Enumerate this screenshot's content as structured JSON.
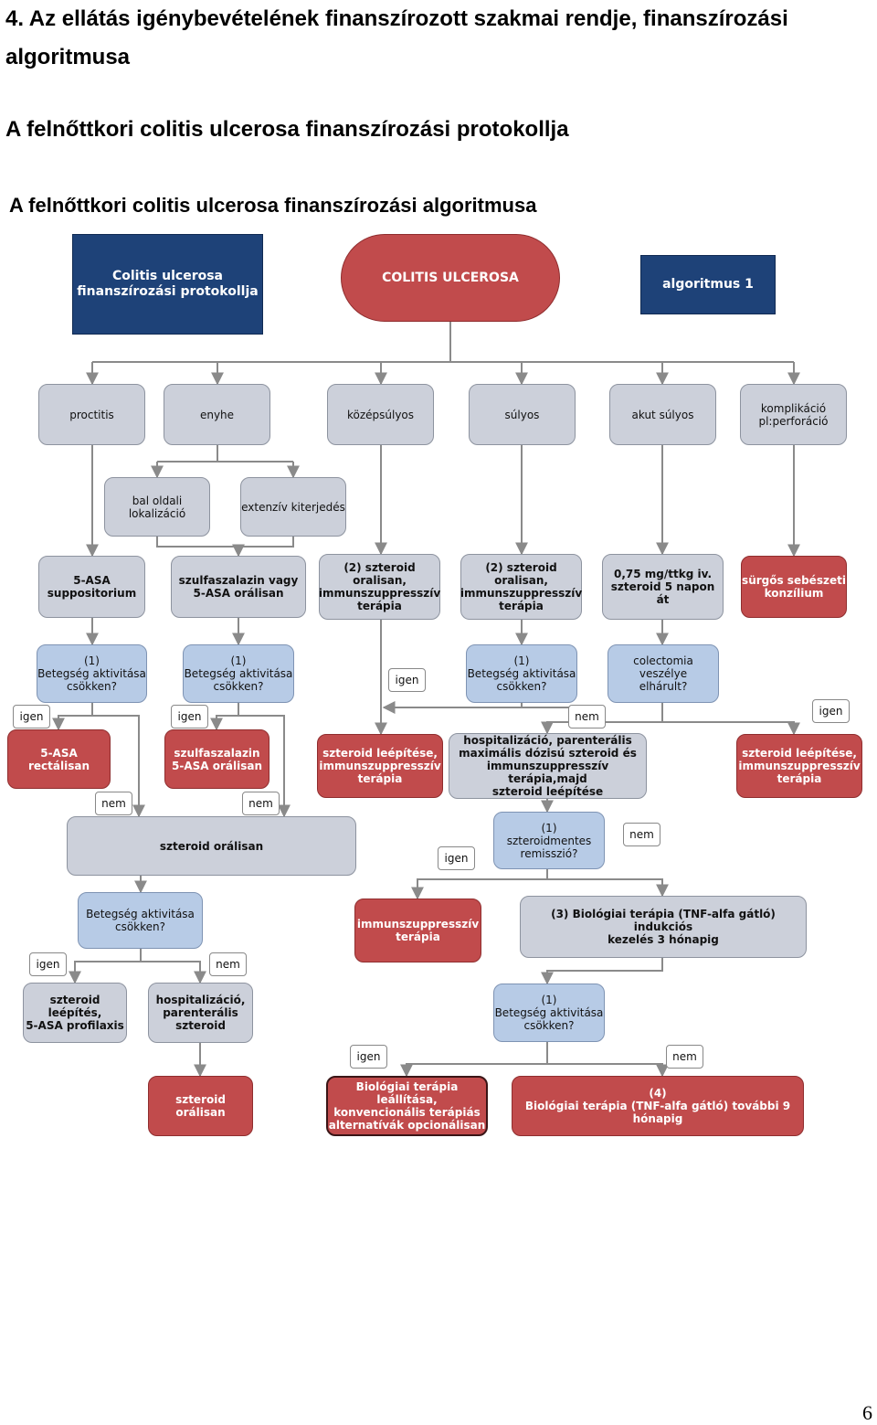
{
  "headings": {
    "section": "4. Az ellátás igénybevételének  finanszírozott szakmai rendje, finanszírozási algoritmusa",
    "protocol": "A  felnőttkori colitis ulcerosa  finanszírozási protokollja",
    "algorithm": "A felnőttkori colitis ulcerosa finanszírozási algoritmusa"
  },
  "header_boxes": {
    "protocol_title": "Colitis ulcerosa\nfinanszírozási protokollja",
    "main": "COLITIS ULCEROSA",
    "algorithm_label": "algoritmus 1"
  },
  "severity": {
    "proctitis": "proctitis",
    "enyhe": "enyhe",
    "kozepsulyos": "középsúlyos",
    "sulyos": "súlyos",
    "akut_sulyos": "akut súlyos",
    "komplikacio": "komplikáció\npl:perforáció"
  },
  "extent": {
    "bal_oldali": "bal oldali\nlokalizáció",
    "extenziv": "extenzív kiterjedés"
  },
  "treatment": {
    "asa_supp": "5-ASA\nsuppositorium",
    "szulfa": "szulfaszalazin vagy\n5-ASA orálisan",
    "szteroid_oral_1": "(2) szteroid\noralisan,\nimmunszuppresszív\nterápia",
    "szteroid_oral_2": "(2) szteroid\noralisan,\nimmunszuppresszív\nterápia",
    "iv": "0,75 mg/ttkg iv.\nszteroid 5 napon át",
    "sebeszet": "sürgős sebészeti\nkonzílium"
  },
  "questions": {
    "q1": "(1)\nBetegség aktivitása\ncsökken?",
    "q2": "(1)\nBetegség aktivitása\ncsökken?",
    "q3": "(1)\nBetegség aktivitása\ncsökken?",
    "q4": "colectomia veszélye\nelhárult?",
    "q5": "(1)\nszteroidmentes\nremisszió?",
    "q6": "Betegség aktivitása\ncsökken?",
    "q7": "(1)\nBetegség aktivitása\ncsökken?"
  },
  "outcomes": {
    "asa_rect": "5-ASA rectálisan",
    "szulfa_oral": "szulfaszalazin\n5-ASA orálisan",
    "szteroid_leep_1": "szteroid leépítése,\nimmunszuppresszív\nterápia",
    "hospitalizacio": "hospitalizáció, parenterális\nmaximális dózisú szteroid és\nimmunszuppresszív terápia,majd\nszteroid leépítése",
    "szteroid_leep_2": "szteroid leépítése,\nimmunszuppresszív\nterápia",
    "szteroid_oralisan": "szteroid orálisan",
    "immunszupp": "immunszuppresszív\nterápia",
    "biologiai_3": "(3) Biológiai terápia (TNF-alfa gátló) indukciós\nkezelés 3 hónapig",
    "szteroid_leep_asa": "szteroid leépítés,\n5-ASA profilaxis",
    "hosp_par": "hospitalizáció,\nparenterális\nszteroid",
    "szteroid_oral_final": "szteroid orálisan",
    "biologiai_leallitas": "Biológiai terápia leállítása,\nkonvencionális terápiás\nalternatívák opcionálisan",
    "biologiai_4": "(4)\nBiológiai terápia (TNF-alfa gátló) további 9 hónapig"
  },
  "labels": {
    "igen": "igen",
    "nem": "nem"
  },
  "colors": {
    "navy": "#1e4278",
    "red": "#c14b4c",
    "gray": "#ccd0da",
    "blue": "#b7cbe6",
    "line": "#8a8a8a"
  },
  "page_number": "6"
}
